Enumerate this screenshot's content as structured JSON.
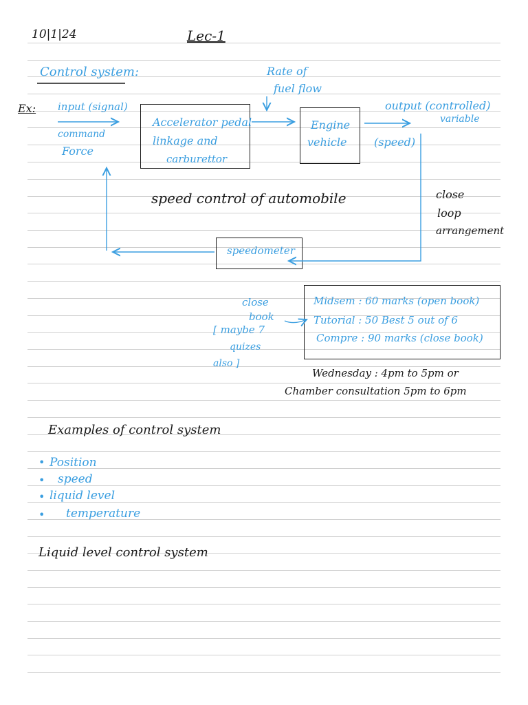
{
  "header": {
    "date": "10|1|24",
    "lecture": "Lec-1"
  },
  "section_title": "Control system:",
  "example_marker": "Ex:",
  "diagram": {
    "input_label": "input (signal)",
    "command_label": "command",
    "force_label": "Force",
    "block1_line1": "Accelerator pedal",
    "block1_line2": "linkage and",
    "block1_line3": "carburettor",
    "fuel_line1": "Rate of",
    "fuel_line2": "fuel flow",
    "block2_line1": "Engine",
    "block2_line2": "vehicle",
    "output_label": "output (controlled)",
    "variable_label": "variable",
    "speed_label": "(speed)",
    "caption": "speed control of automobile",
    "loop_line1": "close",
    "loop_line2": "loop",
    "loop_line3": "arrangement",
    "feedback_block": "speedometer"
  },
  "grading": {
    "side_line1": "close",
    "side_line2": "book",
    "side_line3": "[ maybe 7",
    "side_line4": "quizes",
    "side_line5": "also ]",
    "row1": "Midsem : 60 marks (open book)",
    "row2": "Tutorial : 50   Best 5 out of 6",
    "row3": "Compre : 90 marks (close book)"
  },
  "consultation": {
    "line1": "Wednesday : 4pm to 5pm or",
    "line2": "Chamber consultation   5pm to 6pm"
  },
  "examples": {
    "heading": "Examples of control system",
    "items": [
      "Position",
      "speed",
      "liquid level",
      "temperature"
    ]
  },
  "next_heading": "Liquid level control system",
  "colors": {
    "black_ink": "#1a1a1a",
    "blue_ink": "#3a9ee0",
    "rule_line": "#cfcfcf"
  }
}
